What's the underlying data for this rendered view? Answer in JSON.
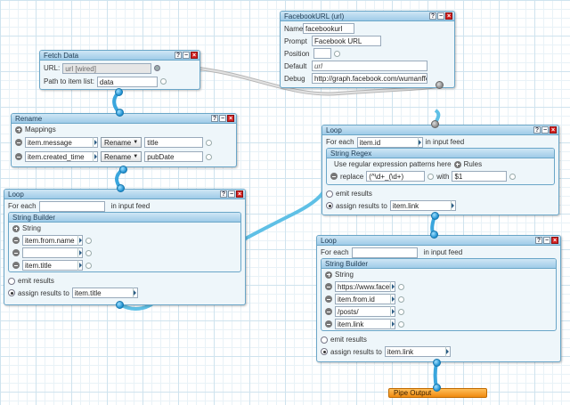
{
  "fetch": {
    "title": "Fetch Data",
    "url_label": "URL:",
    "url_value": "url [wired]",
    "path_label": "Path to item list:",
    "path_value": "data"
  },
  "fbmod": {
    "title": "FacebookURL (url)",
    "name_label": "Name",
    "name_value": "facebookurl",
    "prompt_label": "Prompt",
    "prompt_value": "Facebook URL",
    "position_label": "Position",
    "position_value": "",
    "default_label": "Default",
    "default_value": "url",
    "debug_label": "Debug",
    "debug_value": "http://graph.facebook.com/wumanffee"
  },
  "rename": {
    "title": "Rename",
    "mappings_label": "Mappings",
    "rows": [
      {
        "field": "item.message",
        "op": "Rename",
        "target": "title"
      },
      {
        "field": "item.created_time",
        "op": "Rename",
        "target": "pubDate"
      }
    ]
  },
  "loop1": {
    "title": "Loop",
    "foreach_label": "For each",
    "foreach_value": "",
    "foreach_suffix": "in input feed",
    "sb_title": "String Builder",
    "sb_string_label": "String",
    "sb_items": [
      "item.from.name",
      "",
      "item.title"
    ],
    "emit_label": "emit results",
    "assign_label": "assign results to",
    "assign_value": "item.title"
  },
  "loop2": {
    "title": "Loop",
    "foreach_label": "For each",
    "foreach_value": "item.id",
    "foreach_suffix": "in input feed",
    "sr_title": "String Regex",
    "sr_regex_label": "Use regular expression patterns here",
    "sr_rules_label": "Rules",
    "sr_replace_label": "replace",
    "sr_replace_value": "(^\\d+_(\\d+)",
    "sr_with_label": "with",
    "sr_with_value": "$1",
    "emit_label": "emit results",
    "assign_label": "assign results to",
    "assign_value": "item.link"
  },
  "loop3": {
    "title": "Loop",
    "foreach_label": "For each",
    "foreach_value": "",
    "foreach_suffix": "in input feed",
    "sb_title": "String Builder",
    "sb_string_label": "String",
    "sb_items": [
      "https://www.facebo",
      "item.from.id",
      "/posts/",
      "item.link"
    ],
    "emit_label": "emit results",
    "assign_label": "assign results to",
    "assign_value": "item.link"
  },
  "output": {
    "title": "Pipe Output"
  },
  "window_buttons": {
    "help": "?",
    "minimize": "−",
    "close": "×"
  },
  "colors": {
    "wire": "#59b8e0",
    "wire_grey": "#9a9a9a",
    "header": "#9fcbe8",
    "output": "#f08a10"
  }
}
